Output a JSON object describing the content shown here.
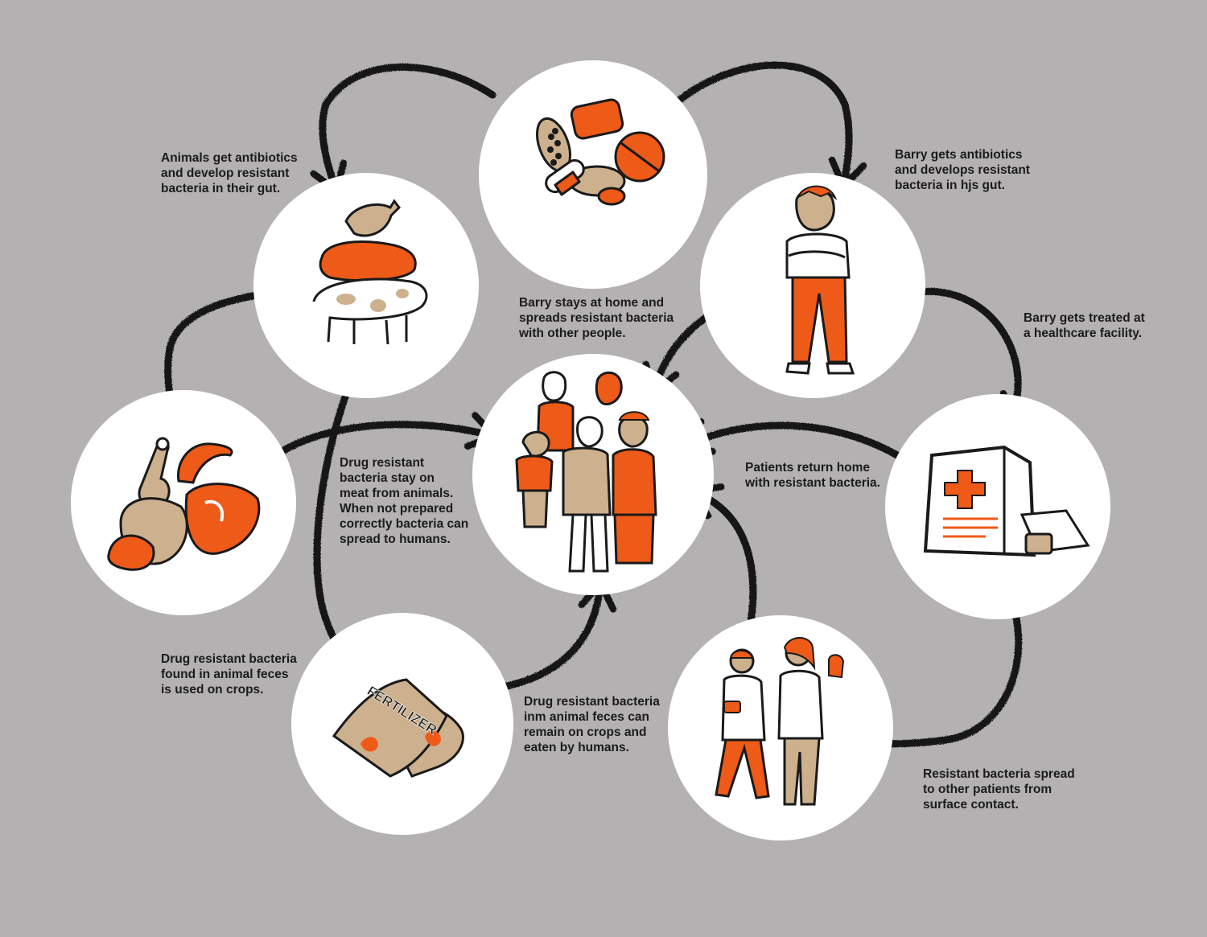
{
  "colors": {
    "background": "#b4b1b3",
    "circle": "#ffffff",
    "accent": "#ee5a17",
    "tan": "#cdb08e",
    "ink": "#1a1a1a"
  },
  "nodes": [
    {
      "id": "antibiotics",
      "icon": "pills-icon"
    },
    {
      "id": "animals",
      "icon": "farm-animals-icon"
    },
    {
      "id": "barry",
      "icon": "sick-man-icon"
    },
    {
      "id": "meat",
      "icon": "meat-icon"
    },
    {
      "id": "community",
      "icon": "people-group-icon"
    },
    {
      "id": "hospital",
      "icon": "hospital-icon"
    },
    {
      "id": "fertilizer",
      "icon": "fertilizer-bags-icon"
    },
    {
      "id": "healthcare_workers",
      "icon": "doctors-icon"
    }
  ],
  "labels": {
    "animals_get_antibiotics": "Animals get antibiotics\nand develop resistant\nbacteria in their gut.",
    "barry_gets_antibiotics": "Barry gets antibiotics\nand develops resistant\nbacteria in hjs gut.",
    "barry_stays_home": "Barry stays at home and\nspreads resistant bacteria\nwith other people.",
    "barry_treated": "Barry gets treated at\na healthcare facility.",
    "bacteria_on_meat": "Drug resistant\nbacteria stay on\nmeat from  animals.\nWhen not prepared\ncorrectly bacteria can\nspread to humans.",
    "patients_return": "Patients return home\nwith resistant bacteria.",
    "feces_on_crops": "Drug resistant bacteria\nfound in animal feces\nis used on crops.",
    "crops_eaten": "Drug resistant bacteria\ninm animal feces can\nremain on crops and\neaten by humans.",
    "surface_contact": "Resistant bacteria spread\nto other patients from\nsurface contact."
  },
  "fertilizer_text": "FERTILIZER"
}
